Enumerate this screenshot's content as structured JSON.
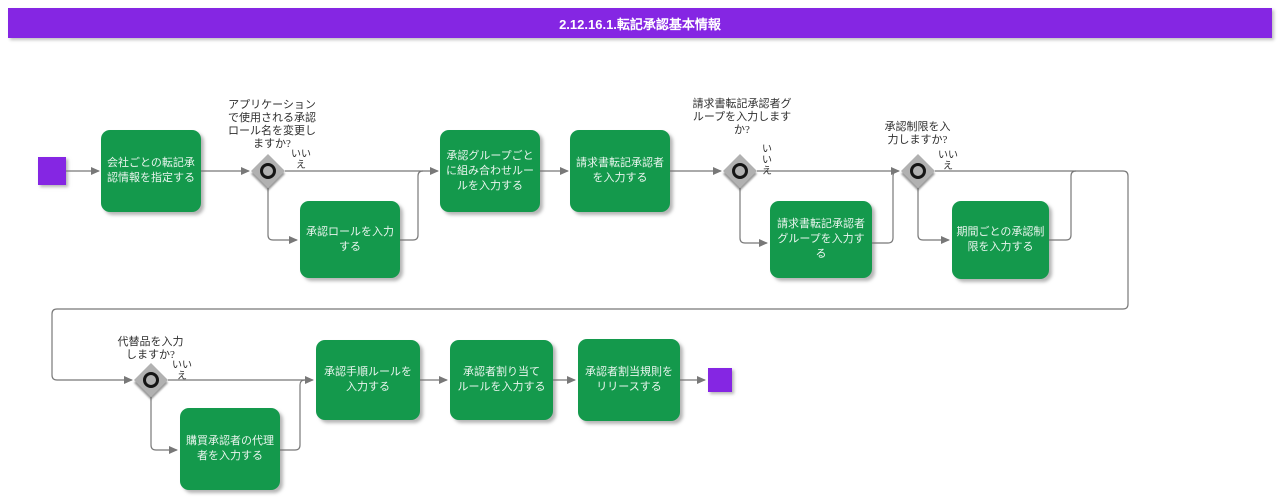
{
  "header": {
    "title": "2.12.16.1.転記承認基本情報"
  },
  "colors": {
    "purple": "#8526E3",
    "green": "#14994C",
    "line": "#787878",
    "gateway": "#B1B1B1"
  },
  "flow": {
    "tasks": [
      {
        "label": "会社ごとの転記承\n認情報を指定する"
      },
      {
        "label": "承認ロールを入力\nする"
      },
      {
        "label": "承認グループごと\nに組み合わせルー\nルを入力する"
      },
      {
        "label": "請求書転記承認者\nを入力する"
      },
      {
        "label": "請求書転記承認者\nグループを入力す\nる"
      },
      {
        "label": "期間ごとの承認制\n限を入力する"
      },
      {
        "label": "購買承認者の代理\n者を入力する"
      },
      {
        "label": "承認手順ルールを\n入力する"
      },
      {
        "label": "承認者割り当て\nルールを入力する"
      },
      {
        "label": "承認者割当規則を\nリリースする"
      }
    ],
    "gateways": [
      {
        "question": "アプリケーション\nで使用される承認\nロール名を変更し\nますか?",
        "no_label": "いい\nえ"
      },
      {
        "question": "請求書転記承認者グ\nループを入力します\nか?",
        "no_label": "い\nい\nえ"
      },
      {
        "question": "承認制限を入\n力しますか?",
        "no_label": "いい\nえ"
      },
      {
        "question": "代替品を入力\nしますか?",
        "no_label": "いい\nえ"
      }
    ]
  }
}
